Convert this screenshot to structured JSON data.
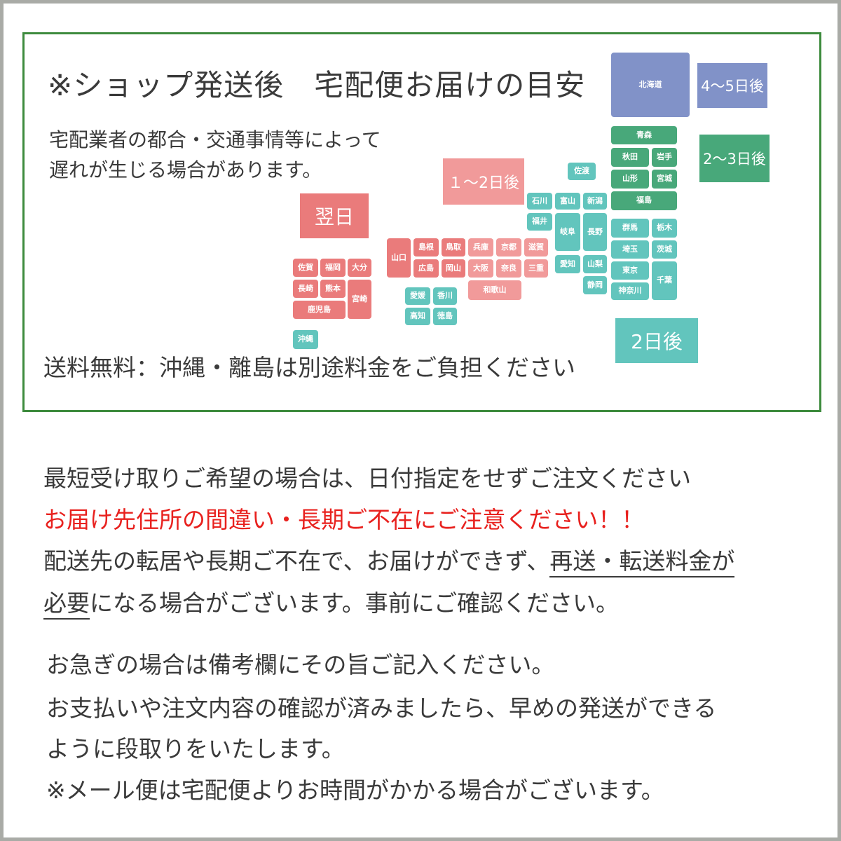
{
  "map_box": {
    "title": "※ショップ発送後　宅配便お届けの目安",
    "note_line1": "宅配業者の都合・交通事情等によって",
    "note_line2": "遅れが生じる場合があります。",
    "shipping_note": "送料無料：沖縄・離島は別途料金をご負担ください",
    "colors": {
      "border": "#3d8b3d",
      "next_day": "#ea7b7b",
      "one_two_days": "#f19a9a",
      "two_days": "#62c5bd",
      "two_three_days": "#48a87a",
      "four_five_days": "#8192c8"
    },
    "legend": {
      "next_day": "翌日",
      "one_two_days": "１～2日後",
      "two_days": "2日後",
      "two_three_days": "2～3日後",
      "four_five_days": "4～5日後"
    },
    "prefectures": {
      "hokkaido": "北海道",
      "aomori": "青森",
      "akita": "秋田",
      "iwate": "岩手",
      "yamagata": "山形",
      "miyagi": "宮城",
      "fukushima": "福島",
      "sado": "佐渡",
      "ishikawa": "石川",
      "toyama": "富山",
      "niigata": "新潟",
      "fukui": "福井",
      "gifu": "岐阜",
      "nagano": "長野",
      "aichi": "愛知",
      "yamanashi": "山梨",
      "shizuoka": "静岡",
      "gunma": "群馬",
      "tochigi": "栃木",
      "saitama": "埼玉",
      "ibaraki": "茨城",
      "tokyo": "東京",
      "chiba": "千葉",
      "kanagawa": "神奈川",
      "yamaguchi": "山口",
      "shimane": "島根",
      "tottori": "鳥取",
      "hyogo": "兵庫",
      "kyoto": "京都",
      "shiga": "滋賀",
      "hiroshima": "広島",
      "okayama": "岡山",
      "osaka": "大阪",
      "nara": "奈良",
      "mie": "三重",
      "wakayama": "和歌山",
      "ehime": "愛媛",
      "kagawa": "香川",
      "kochi": "高知",
      "tokushima": "徳島",
      "saga": "佐賀",
      "fukuoka": "福岡",
      "oita": "大分",
      "nagasaki": "長崎",
      "kumamoto": "熊本",
      "miyazaki": "宮崎",
      "kagoshima": "鹿児島",
      "okinawa": "沖縄"
    }
  },
  "notice": {
    "line1": "最短受け取りご希望の場合は、日付指定をせずご注文ください",
    "line2_warning": "お届け先住所の間違い・長期ご不在にご注意ください！！",
    "line3_plain": "配送先の転居や長期ご不在で、お届けができず、",
    "line3_underlined": "再送・転送料金が",
    "line4_underlined": "必要",
    "line4_plain": "になる場合がございます。事前にご確認ください。",
    "line5": "お急ぎの場合は備考欄にその旨ご記入ください。",
    "line6": "お支払いや注文内容の確認が済みましたら、早めの発送ができる",
    "line7": "ように段取りをいたします。",
    "line8": "※メール便は宅配便よりお時間がかかる場合がございます。"
  }
}
